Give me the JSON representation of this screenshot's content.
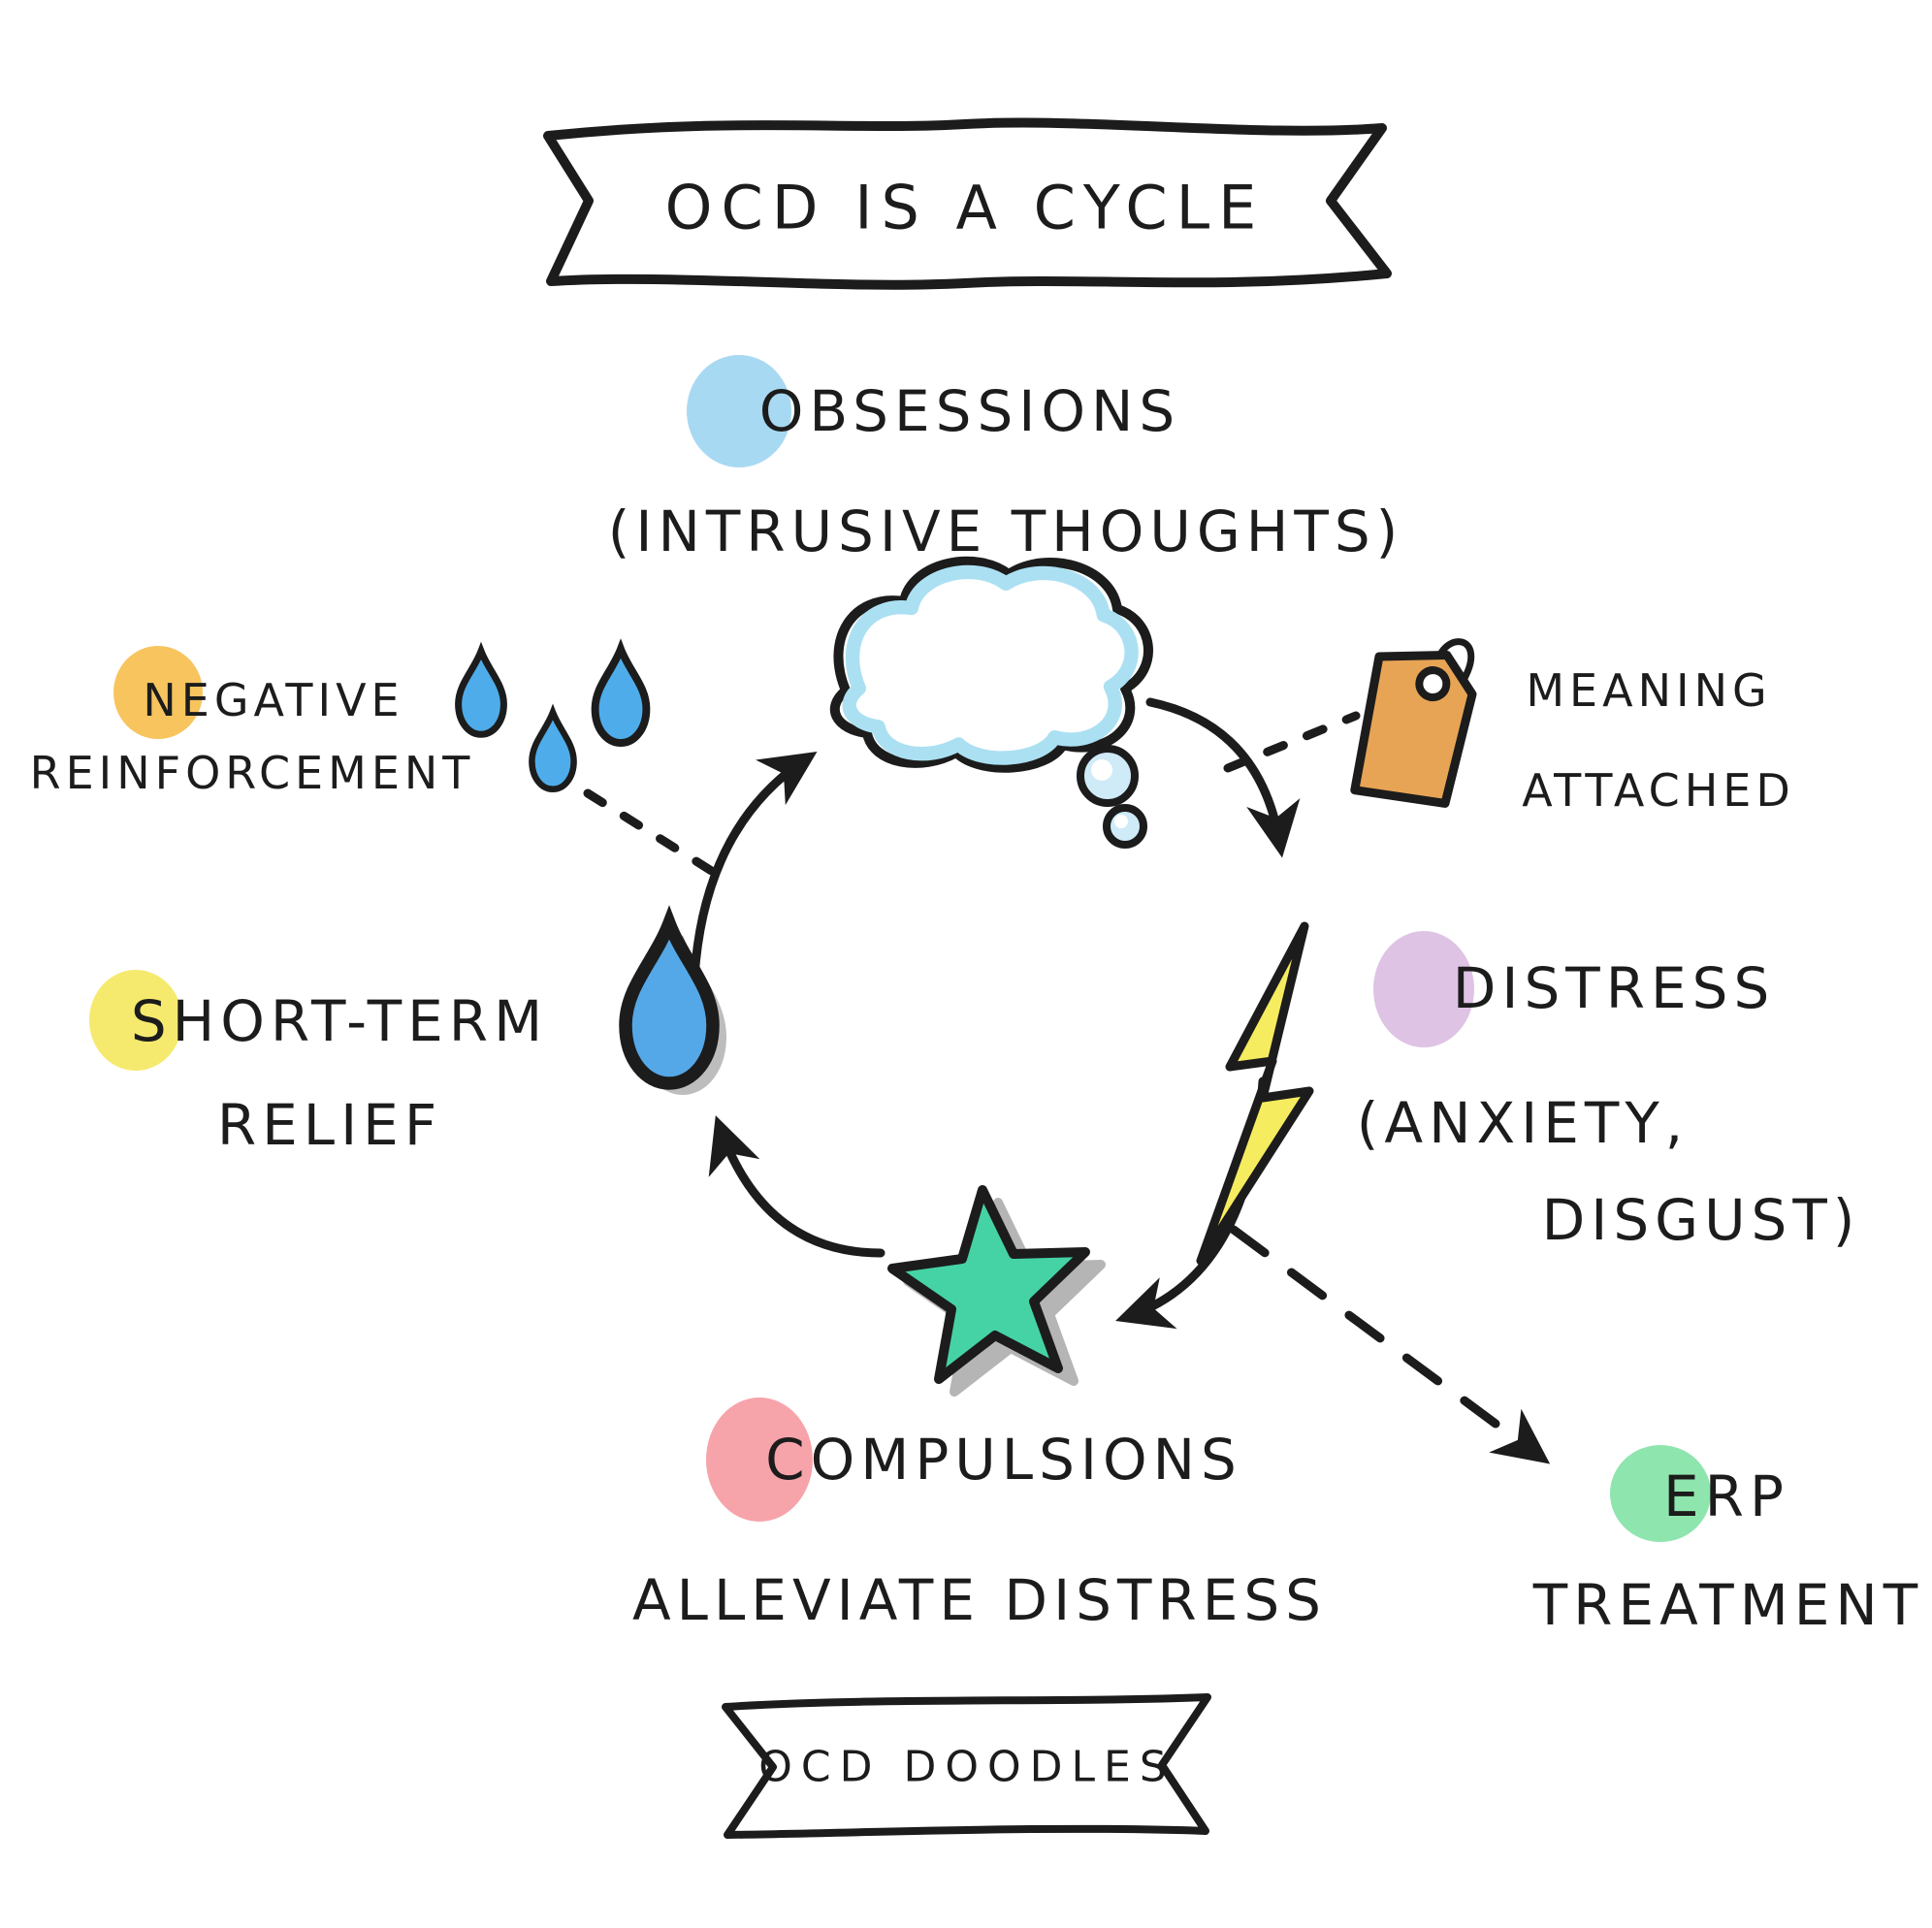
{
  "title": {
    "banner": "OCD IS A CYCLE"
  },
  "footer": {
    "banner": "OCD DOODLES"
  },
  "labels": {
    "obsessions_1": "OBSESSIONS",
    "obsessions_2": "(INTRUSIVE THOUGHTS)",
    "negative_1": "NEGATIVE",
    "negative_2": "REINFORCEMENT",
    "meaning_1": "MEANING",
    "meaning_2": "ATTACHED",
    "distress_1": "DISTRESS",
    "distress_2": "(ANXIETY,",
    "distress_3": "DISGUST)",
    "relief_1": "SHORT-TERM",
    "relief_2": "RELIEF",
    "compulsions_1": "COMPULSIONS",
    "compulsions_2": "ALLEVIATE DISTRESS",
    "erp_1": "ERP",
    "erp_2": "TREATMENT"
  },
  "icons": [
    "banner-ribbon-icon",
    "thought-cloud-icon",
    "thought-bubble-icon",
    "raindrop-icon",
    "teardrop-icon",
    "price-tag-icon",
    "lightning-icon",
    "star-icon",
    "cycle-arrow-icon",
    "dotted-connector-icon",
    "dashed-arrow-icon",
    "highlight-dot-icon"
  ],
  "colors": {
    "ink": "#1c1c1c",
    "highlight_obsessions": "#A8D9F2",
    "highlight_negative": "#F7C45E",
    "highlight_relief": "#F5EA6E",
    "highlight_distress": "#DEC3E4",
    "highlight_compulsions": "#F7A3AA",
    "highlight_erp": "#8FE5AE",
    "cloud_edge": "#ABE0F2",
    "bubble": "#CFEBF7",
    "raindrop": "#4FACEA",
    "teardrop": "#54A8E8",
    "teardrop_shadow": "#BDBDBD",
    "tag": "#E8A455",
    "lightning": "#F6EC60",
    "star": "#45D3A5",
    "star_shadow": "#B5B5B5"
  }
}
